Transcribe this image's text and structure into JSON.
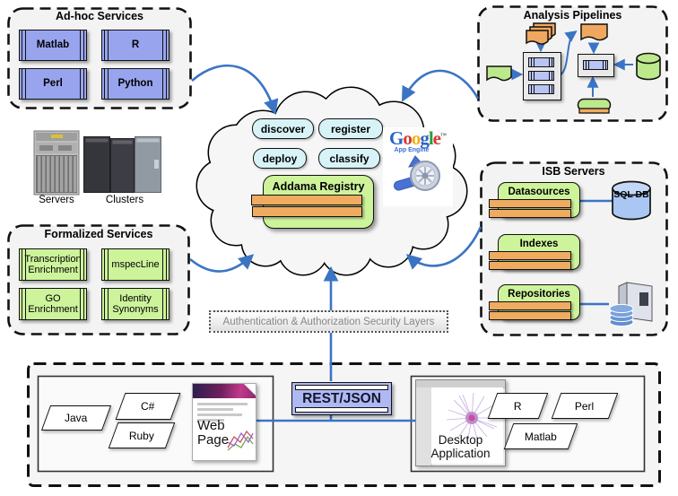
{
  "colors": {
    "arrow_blue": "#3b74c4",
    "component_blue": "#98a5ee",
    "service_green": "#cdf39b",
    "pipeline_green": "#bce98c",
    "bar_orange": "#efab60",
    "doc_orange": "#f0a860",
    "pill_cyan": "#d8f3f8",
    "rest_blue": "#aeb9f4",
    "sql_blue": "#a9c7f2"
  },
  "adhoc": {
    "title": "Ad-hoc Services",
    "items": [
      "Matlab",
      "R",
      "Perl",
      "Python"
    ]
  },
  "pipelines": {
    "title": "Analysis Pipelines"
  },
  "infra": {
    "servers": "Servers",
    "clusters": "Clusters"
  },
  "cloud": {
    "pills": [
      "discover",
      "register",
      "deploy",
      "classify"
    ],
    "registry": "Addama Registry",
    "google": {
      "letters": [
        "G",
        "o",
        "o",
        "g",
        "l",
        "e"
      ],
      "tm": "™",
      "subtitle": "App Engine"
    }
  },
  "isb": {
    "title": "ISB Servers",
    "tabs": [
      "Datasources",
      "Indexes",
      "Repositories"
    ],
    "sql_db": "SQL DB"
  },
  "formalized": {
    "title": "Formalized Services",
    "items": [
      "Transcription Enrichment",
      "mspecLine",
      "GO Enrichment",
      "Identity Synonyms"
    ]
  },
  "auth": {
    "label": "Authentication & Authorization Security Layers"
  },
  "bottom": {
    "rest": "REST/JSON",
    "web": {
      "langs": [
        "Java",
        "C#",
        "Ruby"
      ],
      "page_label": "Web Page"
    },
    "desktop": {
      "label": "Desktop Application",
      "langs": [
        "R",
        "Perl",
        "Matlab"
      ]
    }
  }
}
